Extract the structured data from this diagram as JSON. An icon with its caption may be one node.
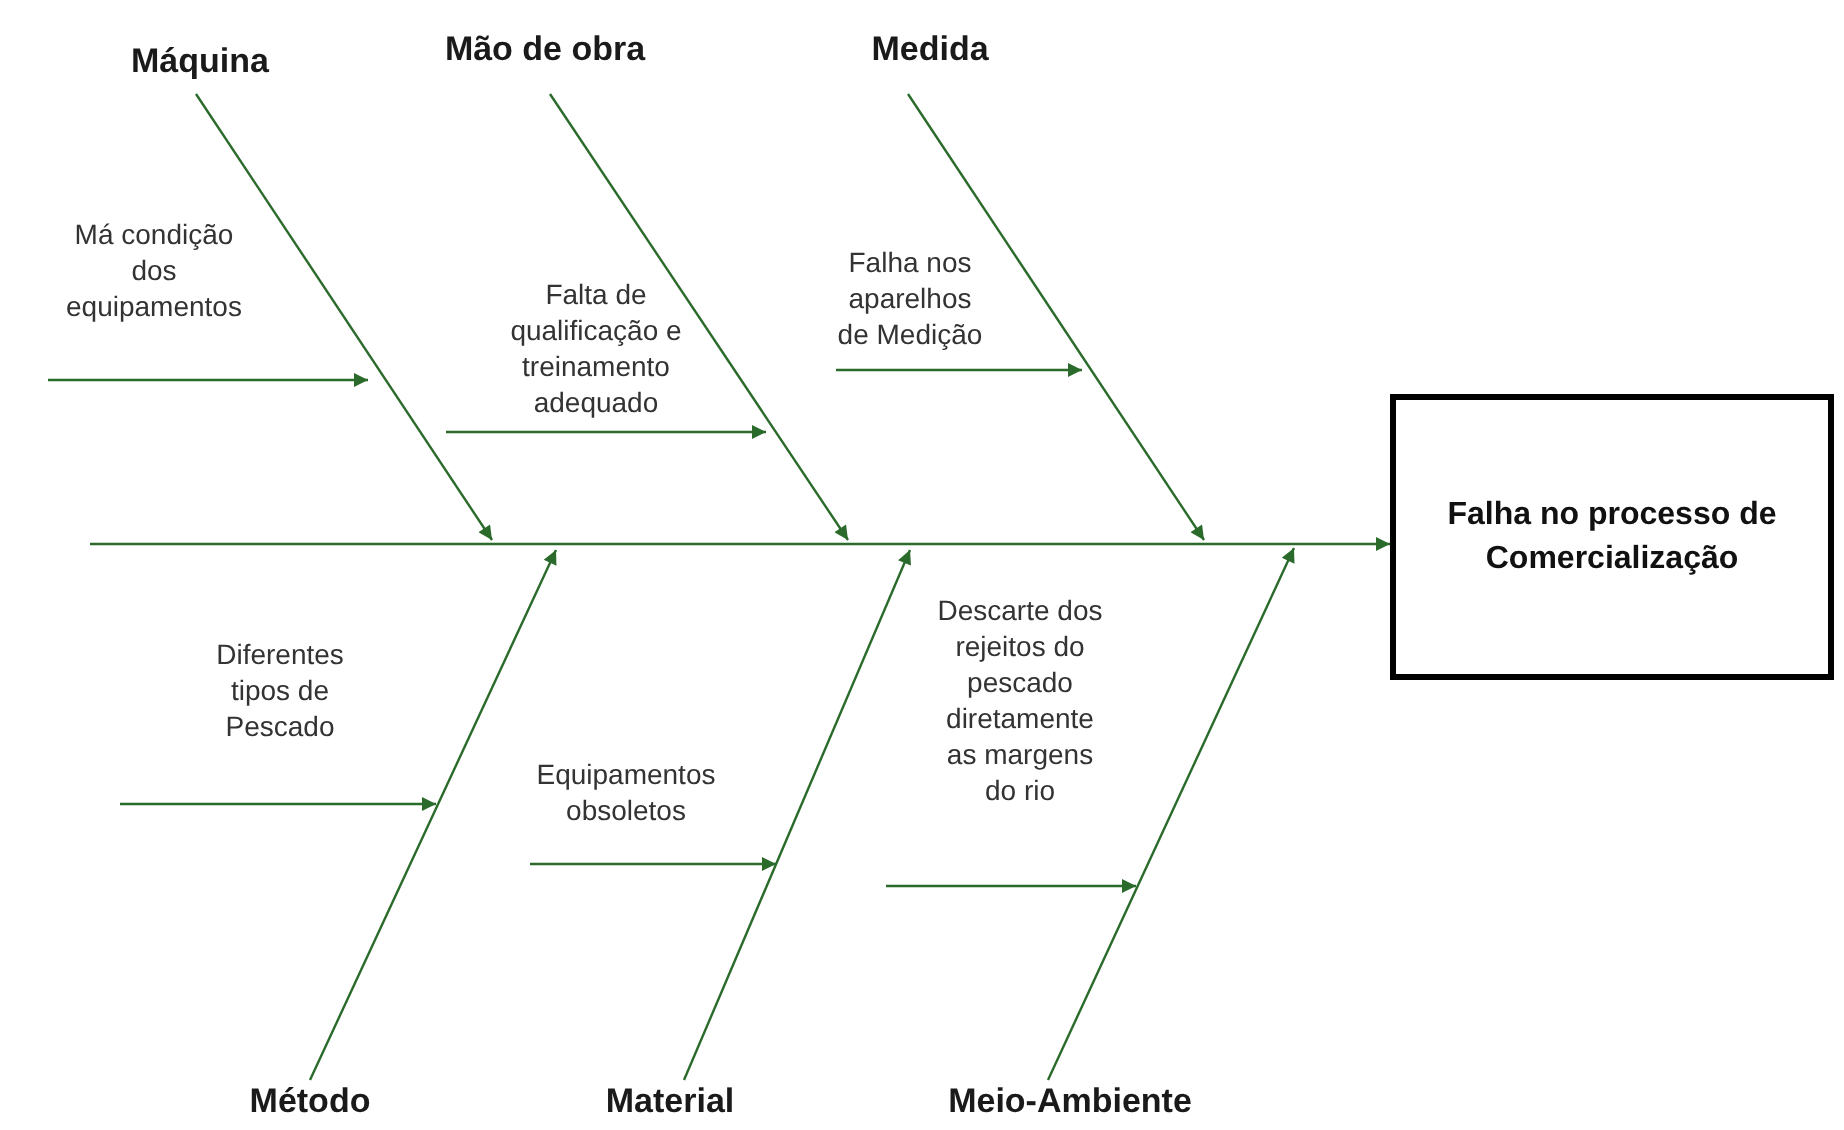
{
  "diagram": {
    "nodes": [
      {
        "text": [
          "Máquina"
        ]
      },
      {
        "text": [
          "Mão de obra"
        ]
      },
      {
        "text": [
          "Medida"
        ]
      },
      {
        "text": [
          "Método"
        ]
      },
      {
        "text": [
          "Material"
        ]
      },
      {
        "text": [
          "Meio-Ambiente"
        ]
      },
      {
        "text": [
          "Falha no processo de Comercialização"
        ]
      }
    ],
    "edges": [
      {
        "from": 0,
        "to": null,
        "arrow": "to"
      },
      {
        "from": 1,
        "to": null,
        "arrow": "to"
      },
      {
        "from": 2,
        "to": null,
        "arrow": "to"
      },
      {
        "from": 3,
        "to": null,
        "arrow": "to"
      },
      {
        "from": 4,
        "to": null,
        "arrow": "to"
      },
      {
        "from": 5,
        "to": null,
        "arrow": "to"
      },
      {
        "from": null,
        "to": 6,
        "arrow": "to"
      }
    ],
    "labels": [
      "Má condição dos equipamentos",
      "Falta de qualificação e treinamento adequado",
      "Falha nos aparelhos de Medição",
      "Diferentes tipos de Pescado",
      "Equipamentos obsoletos",
      "Descarte dos rejeitos do pescado diretamente as margens do rio"
    ]
  }
}
